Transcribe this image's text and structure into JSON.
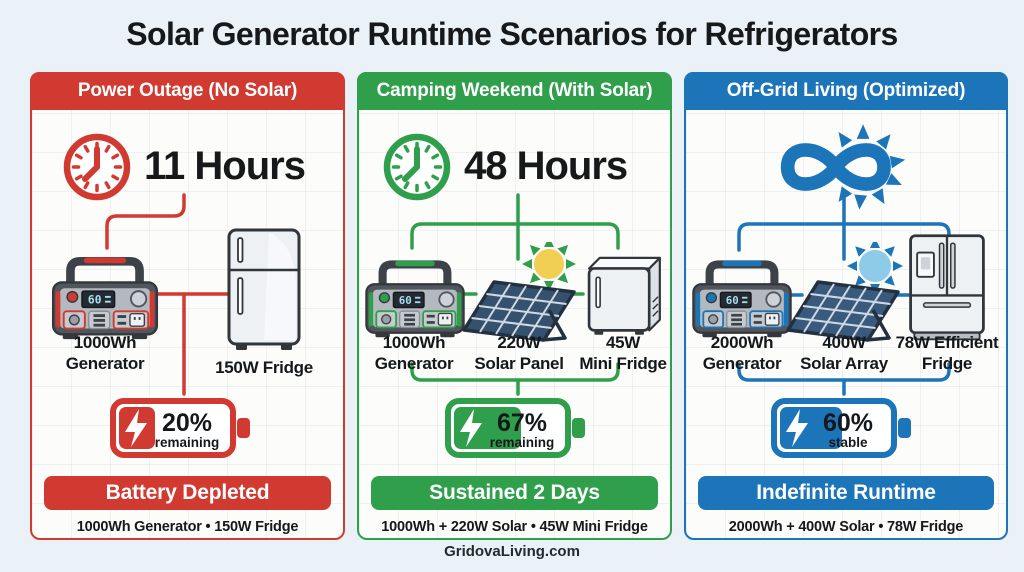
{
  "title": "Solar Generator Runtime Scenarios for Refrigerators",
  "footer": "GridovaLiving.com",
  "colors": {
    "red": "#d13a31",
    "green": "#2f9f4c",
    "blue": "#1c74b9"
  },
  "panels": [
    {
      "header": "Power Outage (No Solar)",
      "accent": "#d13a31",
      "runtime_icon": "clock-icon",
      "runtime": "11 Hours",
      "generator": {
        "label1": "1000Wh",
        "label2": "Generator",
        "display": "60"
      },
      "fridge": {
        "label1": "150W Fridge"
      },
      "battery": {
        "percent": "20%",
        "status": "remaining",
        "fill_ratio": 0.33,
        "bolt_icon": "lightning-bolt-icon"
      },
      "banner": "Battery Depleted",
      "config": "1000Wh Generator • 150W Fridge"
    },
    {
      "header": "Camping Weekend (With Solar)",
      "accent": "#2f9f4c",
      "runtime_icon": "clock-icon",
      "runtime": "48 Hours",
      "generator": {
        "label1": "1000Wh",
        "label2": "Generator",
        "display": "60"
      },
      "solar": {
        "label1": "220W",
        "label2": "Solar Panel",
        "sun_color": "#f1cf52"
      },
      "fridge": {
        "label1": "45W",
        "label2": "Mini Fridge"
      },
      "battery": {
        "percent": "67%",
        "status": "remaining",
        "fill_ratio": 0.62,
        "bolt_icon": "lightning-bolt-icon"
      },
      "banner": "Sustained 2 Days",
      "config": "1000Wh + 220W Solar • 45W Mini Fridge"
    },
    {
      "header": "Off-Grid Living (Optimized)",
      "accent": "#1c74b9",
      "runtime_icon": "infinity-sun-icon",
      "runtime": "",
      "generator": {
        "label1": "2000Wh",
        "label2": "Generator",
        "display": "60"
      },
      "solar": {
        "label1": "400W",
        "label2": "Solar Array",
        "sun_color": "#8ecbe9"
      },
      "fridge": {
        "label1": "78W Efficient",
        "label2": "Fridge"
      },
      "battery": {
        "percent": "60%",
        "status": "stable",
        "fill_ratio": 0.57,
        "bolt_icon": "lightning-bolt-icon"
      },
      "banner": "Indefinite Runtime",
      "config": "2000Wh + 400W Solar • 78W Fridge"
    }
  ]
}
